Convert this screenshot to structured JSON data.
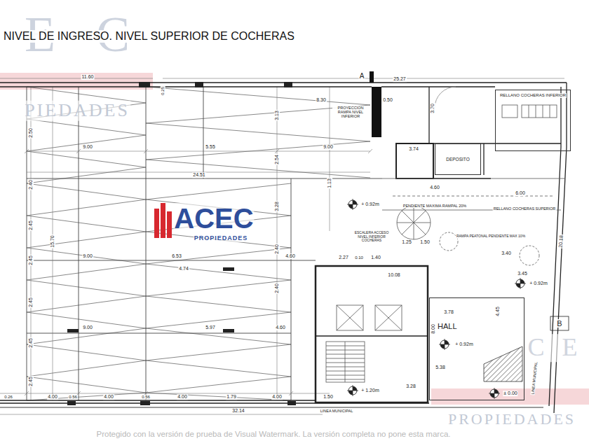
{
  "diagram": {
    "title": "NIVEL DE INGRESO. NIVEL SUPERIOR DE COCHERAS",
    "nodes": [
      {
        "text": [
          "RELLANO COCHERAS INFERIOR"
        ]
      },
      {
        "text": [
          "DEPOSITO"
        ]
      },
      {
        "text": [
          "HALL"
        ]
      }
    ],
    "labels": [
      "A",
      "11.60",
      "25.27",
      "0.25",
      "8.30",
      "0.50",
      "3.70",
      "PROYECCION RAMPA NIVEL INFERIOR",
      "3.13",
      "2.50",
      "9.00",
      "5.55",
      "9.00",
      "3.74",
      "2.54",
      "24.51",
      "4.60",
      "6.00",
      "2.40",
      "1.13",
      "+ 0.92m",
      "PENDIENTE MAXIMA RAMPAL 20%",
      "RELLANO COCHERAS SUPERIOR",
      "3.28",
      "2.45",
      "15.70",
      "ESCALERA ACCESO NIVEL INFERIOR COCHERAS",
      "1.25",
      "1.50",
      "RAMPA PEATONAL PENDIENTE MAX 10%",
      "2.45",
      "9.00",
      "6.53",
      "4.60",
      "2.40",
      "2.27",
      "0.10",
      "1.40",
      "3.40",
      "4.74",
      "10.08",
      "3.45",
      "+ 0.92m",
      "2.45",
      "2.40",
      "3.78",
      "4.45",
      "9.00",
      "5.97",
      "4.60",
      "2.45",
      "8.00",
      "+ 0.92m",
      "5.38",
      "2.45",
      "3.28",
      "+ 1.20m",
      "± 0.00",
      "0.26",
      "4.00",
      "0.56",
      "4.00",
      "0.56",
      "4.00",
      "1.79",
      "4.00",
      "1.50",
      "32.14",
      "LINEA MUNICIPAL",
      "LINEA MUNICIPAL",
      "20.18",
      "B",
      "E C",
      "PIEDADES",
      "C E",
      "PROPIEDADES",
      "ACEC",
      "PROPIEDADES",
      "Protegido con la versión de prueba de Visual Watermark. La versión completa no pone esta marca."
    ]
  }
}
